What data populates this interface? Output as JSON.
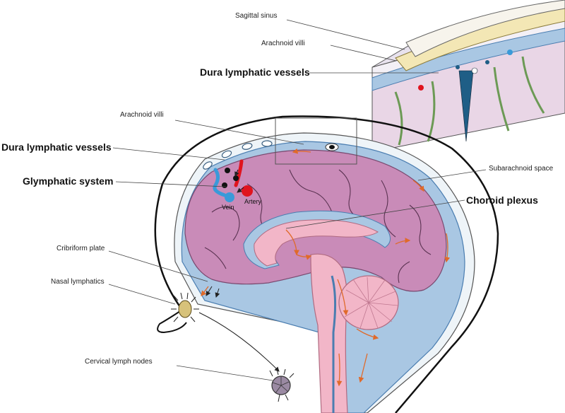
{
  "labels": {
    "sagittal_sinus_inset": "Sagittal sinus",
    "arachnoid_villi_inset": "Arachnoid villi",
    "dura_lymphatic_inset": "Dura lymphatic vessels",
    "arachnoid_villi_main": "Arachnoid villi",
    "dura_lymphatic_main": "Dura lymphatic vessels",
    "glymphatic_system": "Glymphatic system",
    "vein": "Vein",
    "artery": "Artery",
    "subarachnoid_space": "Subarachnoid space",
    "choroid_plexus": "Choroid plexus",
    "cribriform_plate": "Cribriform plate",
    "nasal_lymphatics": "Nasal lymphatics",
    "cervical_lymph_nodes": "Cervical lymph nodes"
  },
  "colors": {
    "brain": "#c98bb8",
    "brain_dark": "#a86a98",
    "csf": "#a9c7e3",
    "csf_light": "#cfe0f0",
    "pink_tissue": "#f2b6c8",
    "vein": "#3a9ad9",
    "artery": "#e0141e",
    "flow_arrow": "#e06a2a",
    "dura": "#eef4f8"
  }
}
